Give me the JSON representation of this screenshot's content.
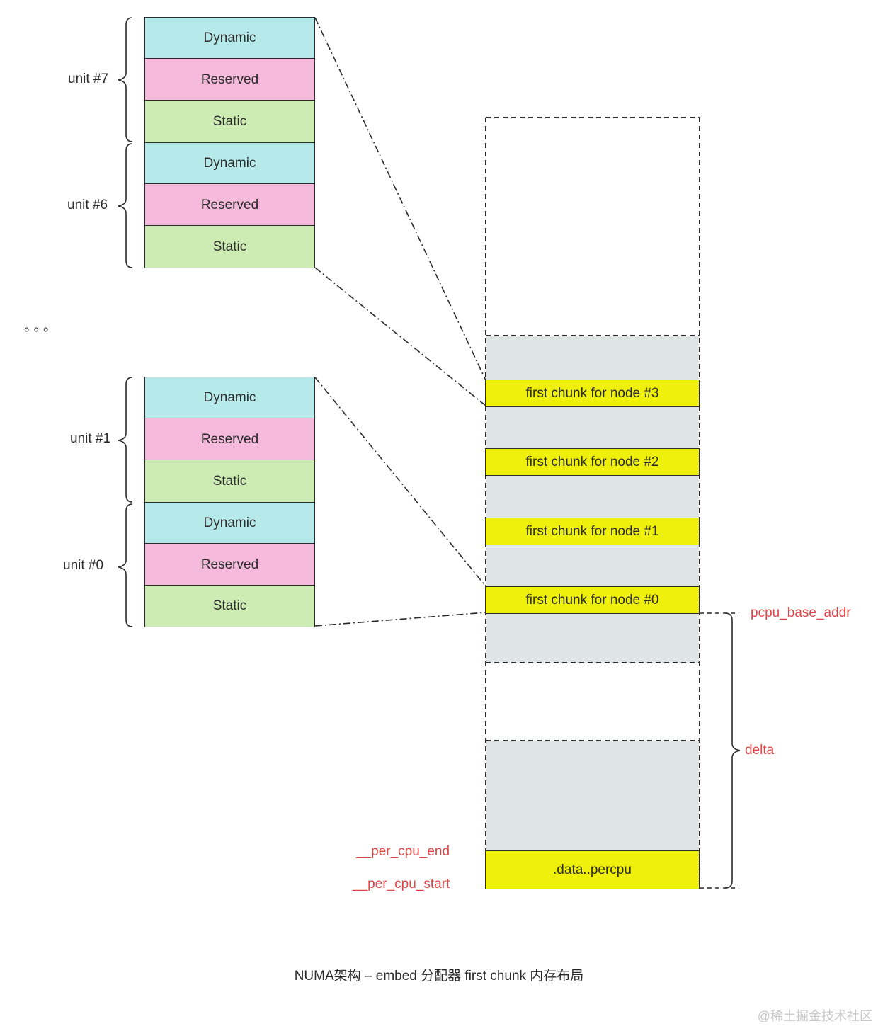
{
  "units": [
    {
      "label": "unit #7",
      "blocks": [
        "Dynamic",
        "Reserved",
        "Static"
      ]
    },
    {
      "label": "unit #6",
      "blocks": [
        "Dynamic",
        "Reserved",
        "Static"
      ]
    },
    {
      "label": "unit #1",
      "blocks": [
        "Dynamic",
        "Reserved",
        "Static"
      ]
    },
    {
      "label": "unit #0",
      "blocks": [
        "Dynamic",
        "Reserved",
        "Static"
      ]
    }
  ],
  "ellipsis": "。。。",
  "memory": {
    "chunks": [
      "first chunk for node #3",
      "first chunk for node #2",
      "first chunk for node #1",
      "first chunk for node #0"
    ],
    "data_percpu": ".data..percpu"
  },
  "labels": {
    "pcpu_base_addr": "pcpu_base_addr",
    "delta": "delta",
    "per_cpu_end": "__per_cpu_end",
    "per_cpu_start": "__per_cpu_start"
  },
  "caption": "NUMA架构 – embed 分配器 first chunk 内存布局",
  "watermark": "@稀土掘金技术社区",
  "colors": {
    "dynamic": "#b6e9ea",
    "reserved": "#f5badb",
    "static": "#cdecb3",
    "chunk": "#f0f00d",
    "gray_region": "#dfe5e5",
    "red_text": "#e04545"
  }
}
